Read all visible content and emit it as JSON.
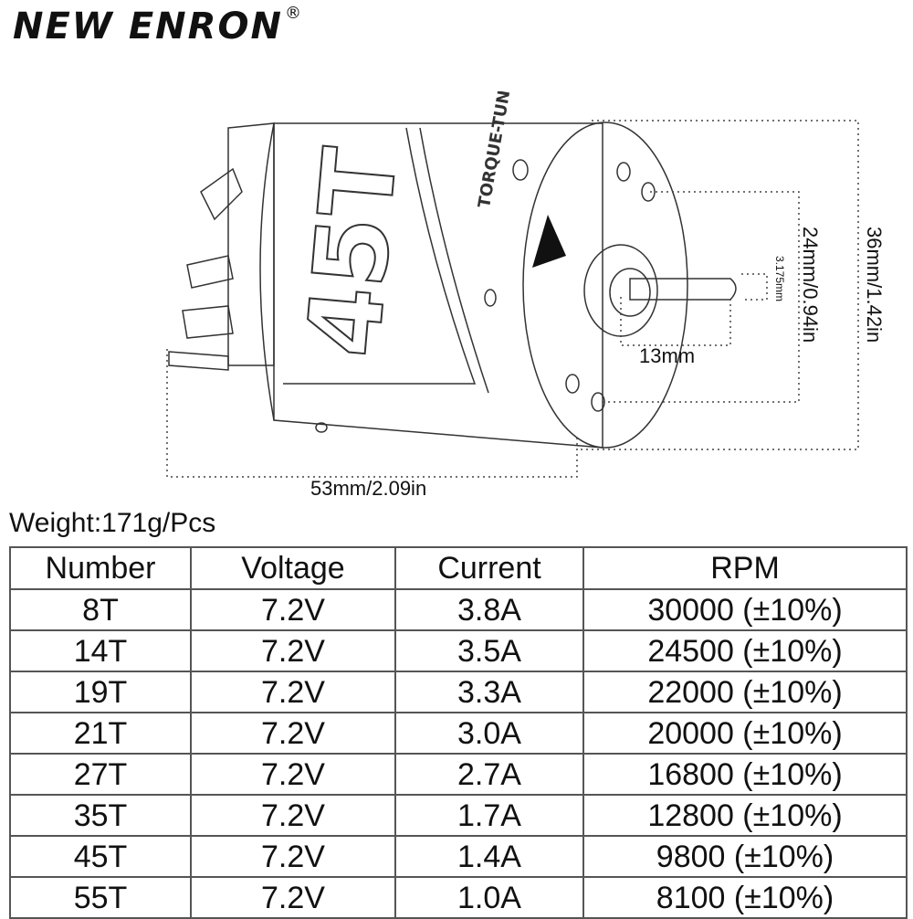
{
  "brand": {
    "name": "NEW ENRON",
    "registered": "®"
  },
  "diagram": {
    "motor_label": "45T",
    "motor_sublabel": "TORQUE-TUNED",
    "dim_length": "53mm/2.09in",
    "dim_diameter": "36mm/1.42in",
    "dim_bell": "24mm/0.94in",
    "dim_shaft_len": "13mm",
    "dim_shaft_dia": "3.175mm"
  },
  "weight": "Weight:171g/Pcs",
  "table": {
    "headers": [
      "Number",
      "Voltage",
      "Current",
      "RPM"
    ],
    "rows": [
      [
        "8T",
        "7.2V",
        "3.8A",
        "30000 (±10%)"
      ],
      [
        "14T",
        "7.2V",
        "3.5A",
        "24500 (±10%)"
      ],
      [
        "19T",
        "7.2V",
        "3.3A",
        "22000 (±10%)"
      ],
      [
        "21T",
        "7.2V",
        "3.0A",
        "20000 (±10%)"
      ],
      [
        "27T",
        "7.2V",
        "2.7A",
        "16800 (±10%)"
      ],
      [
        "35T",
        "7.2V",
        "1.7A",
        "12800 (±10%)"
      ],
      [
        "45T",
        "7.2V",
        "1.4A",
        "9800 (±10%)"
      ],
      [
        "55T",
        "7.2V",
        "1.0A",
        "8100 (±10%)"
      ]
    ]
  }
}
